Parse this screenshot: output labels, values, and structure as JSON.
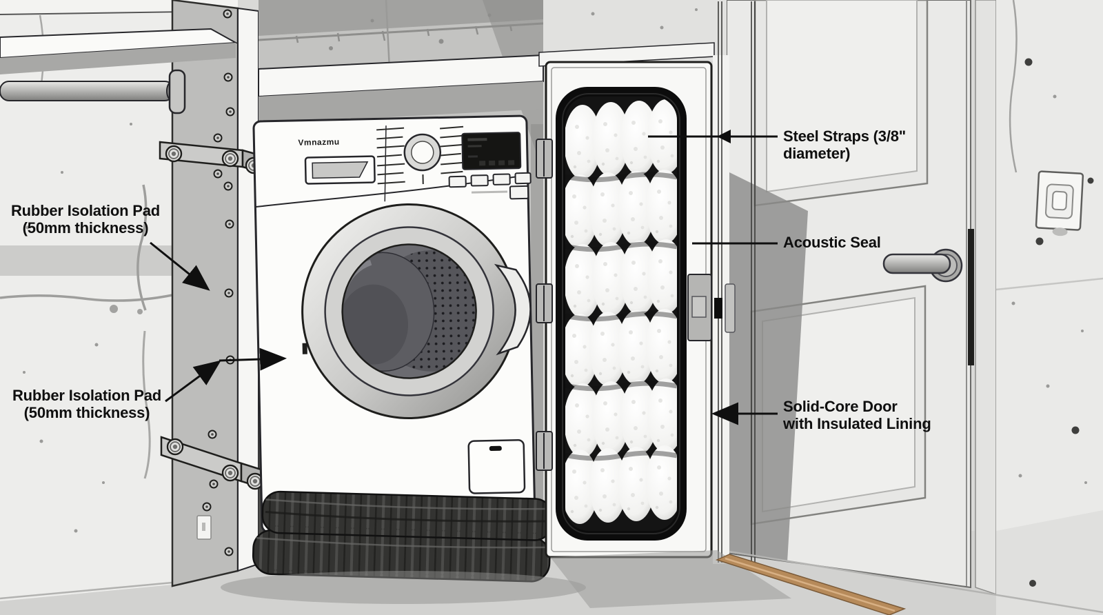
{
  "diagram_labels": {
    "rubber_pad_top": {
      "line1": "Rubber Isolation Pad",
      "line2": "(50mm thickness)"
    },
    "rubber_pad_bottom": {
      "line1": "Rubber Isolation Pad",
      "line2": "(50mm thickness)"
    },
    "steel_straps": {
      "line1": "Steel Straps (3/8\"",
      "line2": "diameter)"
    },
    "acoustic_seal": {
      "text": "Acoustic Seal"
    },
    "solid_core_door": {
      "line1": "Solid-Core Door",
      "line2": "with Insulated Lining"
    }
  },
  "washer": {
    "brand": "Vmnazmu"
  },
  "colors": {
    "label_text": "#0f0f0f",
    "acoustic_seal": "#0c0c0c",
    "insulation": "#f7f7f5",
    "rubber_pad": "#333331",
    "threshold_wood": "#b68a5a",
    "wall_concrete": "#e9e9e7",
    "panel_gray": "#bdbdbb",
    "washer_white": "#fcfcfa"
  }
}
